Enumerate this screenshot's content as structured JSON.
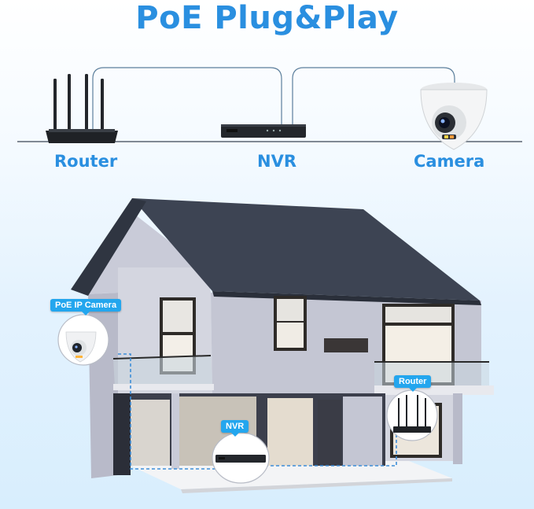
{
  "title": "PoE Plug&Play",
  "diagram": {
    "labels": {
      "router": "Router",
      "nvr": "NVR",
      "camera": "Camera"
    }
  },
  "house": {
    "callouts": {
      "camera": "PoE IP Camera",
      "router": "Router",
      "nvr": "NVR"
    }
  },
  "colors": {
    "accent": "#2a8fe0",
    "callout": "#23a6ee",
    "cable": "#3d8dd8",
    "roof": "#3d4453",
    "wall": "#c9cbd8"
  }
}
